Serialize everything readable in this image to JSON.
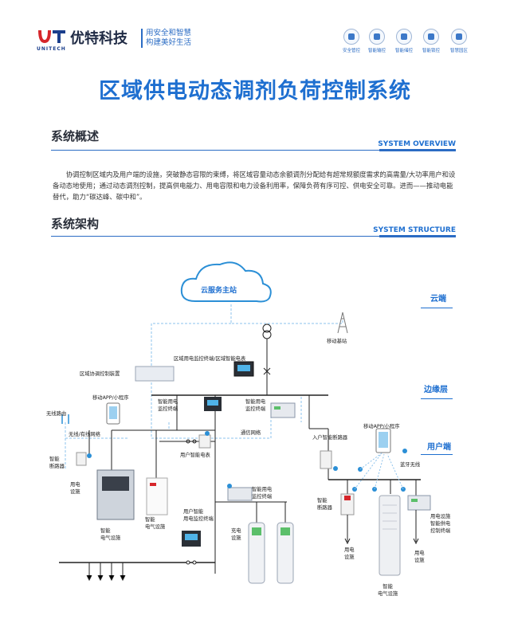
{
  "header": {
    "logo_text": "UT",
    "logo_sub": "UNITECH",
    "company": "优特科技",
    "slogan_1": "用安全和智慧",
    "slogan_2": "构建美好生活",
    "categories": [
      {
        "label": "安全管控",
        "icon": "shield-icon"
      },
      {
        "label": "智能输控",
        "icon": "monitor-icon"
      },
      {
        "label": "智能储控",
        "icon": "storage-icon"
      },
      {
        "label": "智能锁控",
        "icon": "lock-icon"
      },
      {
        "label": "智慧园区",
        "icon": "building-icon"
      }
    ],
    "accent_color": "#1e6fd0"
  },
  "title": "区域供电动态调剂负荷控制系统",
  "overview": {
    "heading": "系统概述",
    "heading_en": "SYSTEM OVERVIEW",
    "body": "协调控制区域内及用户端的设施，突破静态容限的束缚，将区域容量动态余额调剂分配给有超常规额度需求的高需量/大功率用户和设备动态地使用；通过动态调剂控制，提高供电能力、用电容限和电力设备利用率，保障负荷有序可控、供电安全可靠。进而——推动电能替代，助力“碳达峰、碳中和”。"
  },
  "structure": {
    "heading": "系统架构",
    "heading_en": "SYSTEM STRUCTURE",
    "cloud": "云服务主站",
    "zone_cloud": "云端",
    "zone_edge": "边缘层",
    "zone_user": "用户端",
    "labels": {
      "base_station": "移动基站",
      "region_terminal": "区域用电监控终端/区域智能电表",
      "coord_device": "区域协调控制装置",
      "app_left": "移动APP/小程序",
      "router": "无线路由",
      "wireless_net": "无线/有线网络",
      "ctrl_term_1": "智能用电\n监控终端",
      "ctrl_term_2": "智能用电\n监控终端",
      "comm_net": "通信网络",
      "breaker_left": "智能\n断路器",
      "user_meter": "用户智能电表",
      "equip_left": "用电\n设施",
      "smart_equip_1": "智能\n电气设施",
      "smart_equip_2": "智能\n电气设施",
      "user_ctrl_term": "用户智能\n用电监控终端",
      "ctrl_term_3": "智能用电\n监控终端",
      "charging": "充电\n设施",
      "home_breaker": "入户智能断路器",
      "app_right": "移动APP/小程序",
      "bluetooth": "蓝牙无线",
      "breaker_right": "智能\n断路器",
      "equip_ctrl_term": "用电设施\n智能供电\n控制终端",
      "equip_right_1": "用电\n设施",
      "equip_right_2": "用电\n设施",
      "smart_equip_3": "智能\n电气设施"
    }
  }
}
